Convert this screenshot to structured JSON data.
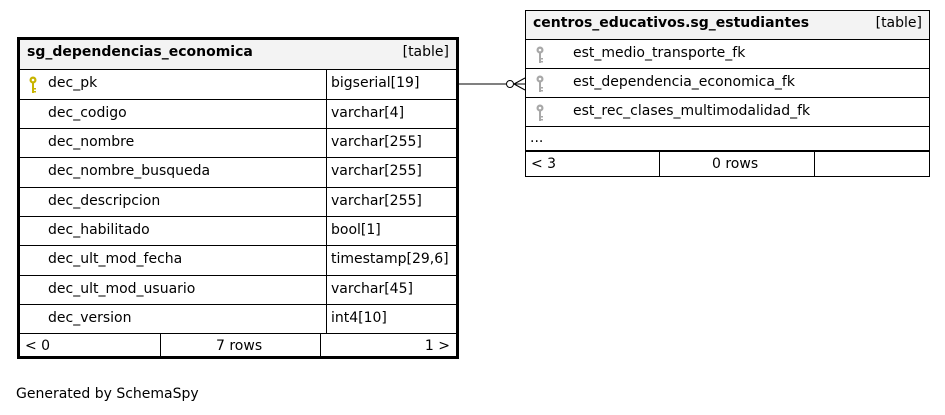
{
  "main_table": {
    "name": "sg_dependencias_economica",
    "kind": "[table]",
    "columns": [
      {
        "name": "dec_pk",
        "type": "bigserial[19]",
        "icon": "primary-key-icon"
      },
      {
        "name": "dec_codigo",
        "type": "varchar[4]"
      },
      {
        "name": "dec_nombre",
        "type": "varchar[255]"
      },
      {
        "name": "dec_nombre_busqueda",
        "type": "varchar[255]"
      },
      {
        "name": "dec_descripcion",
        "type": "varchar[255]"
      },
      {
        "name": "dec_habilitado",
        "type": "bool[1]"
      },
      {
        "name": "dec_ult_mod_fecha",
        "type": "timestamp[29,6]"
      },
      {
        "name": "dec_ult_mod_usuario",
        "type": "varchar[45]"
      },
      {
        "name": "dec_version",
        "type": "int4[10]"
      }
    ],
    "footer": {
      "parents": "< 0",
      "rows": "7 rows",
      "children": "1 >"
    }
  },
  "ref_table": {
    "name": "centros_educativos.sg_estudiantes",
    "kind": "[table]",
    "columns": [
      {
        "name": "est_medio_transporte_fk",
        "icon": "foreign-key-icon"
      },
      {
        "name": "est_dependencia_economica_fk",
        "icon": "foreign-key-icon"
      },
      {
        "name": "est_rec_clases_multimodalidad_fk",
        "icon": "foreign-key-icon"
      }
    ],
    "ellipsis": "...",
    "footer": {
      "parents": "< 3",
      "rows": "0 rows",
      "children": ""
    }
  },
  "generated_by": "Generated by SchemaSpy",
  "colors": {
    "primary_key": "#c8b400",
    "foreign_key": "#a8a8a8",
    "header_bg": "#f3f3f3"
  }
}
